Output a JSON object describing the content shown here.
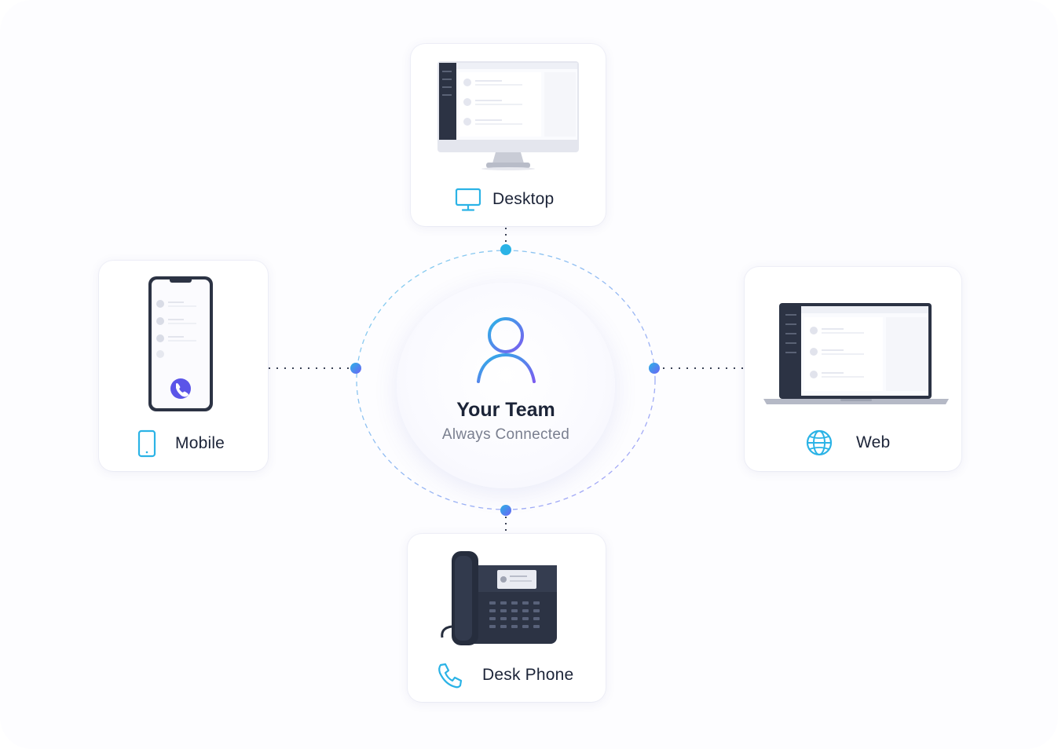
{
  "center": {
    "title": "Your Team",
    "subtitle": "Always Connected",
    "icon": "user-icon"
  },
  "devices": {
    "desktop": {
      "label": "Desktop",
      "icon": "monitor-icon"
    },
    "mobile": {
      "label": "Mobile",
      "icon": "smartphone-icon"
    },
    "web": {
      "label": "Web",
      "icon": "globe-icon"
    },
    "desk_phone": {
      "label": "Desk Phone",
      "icon": "phone-icon"
    }
  },
  "colors": {
    "accent_blue": "#2bb3e6",
    "accent_purple": "#6c63f5",
    "dark_device": "#2c3344",
    "text": "#1c2438",
    "muted_text": "#7a7f8f"
  }
}
